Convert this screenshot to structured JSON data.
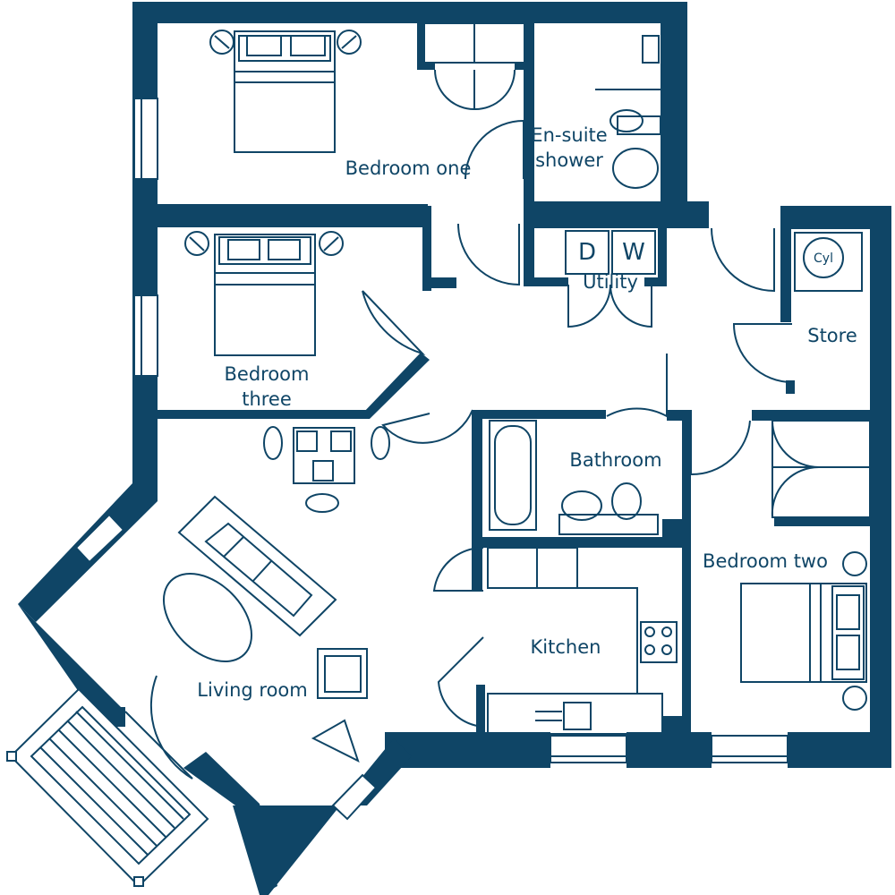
{
  "rooms": {
    "bedroom_one": "Bedroom one",
    "ensuite_line1": "En-suite",
    "ensuite_line2": "shower",
    "bedroom_three_line1": "Bedroom",
    "bedroom_three_line2": "three",
    "utility": "Utility",
    "store": "Store",
    "bathroom": "Bathroom",
    "bedroom_two": "Bedroom two",
    "kitchen": "Kitchen",
    "living_room": "Living room"
  },
  "appliances": {
    "dryer": "D",
    "washer": "W",
    "cylinder": "Cyl"
  },
  "colors": {
    "wall": "#0f4566",
    "background": "#ffffff"
  }
}
